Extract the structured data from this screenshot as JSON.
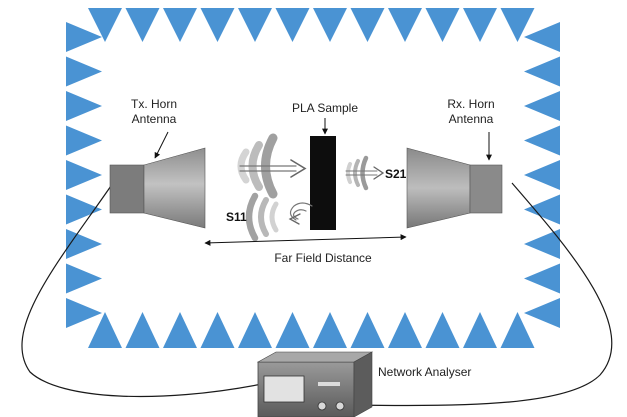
{
  "colors": {
    "absorber": "#4a93d3",
    "antenna_light": "#b4b4b4",
    "antenna_dark": "#6e6e6e",
    "sample": "#0d0d0d",
    "wave": "#9a9a9a",
    "cable": "#1a1a1a"
  },
  "labels": {
    "tx_antenna_line1": "Tx. Horn",
    "tx_antenna_line2": "Antenna",
    "rx_antenna_line1": "Rx. Horn",
    "rx_antenna_line2": "Antenna",
    "sample": "PLA Sample",
    "s21": "S21",
    "s11": "S11",
    "far_field": "Far Field Distance",
    "network_analyser": "Network Analyser"
  },
  "icons": {
    "absorber": "pyramidal-absorber-icon",
    "tx_antenna": "horn-antenna-icon",
    "rx_antenna": "horn-antenna-icon",
    "analyser": "network-analyser-icon"
  }
}
